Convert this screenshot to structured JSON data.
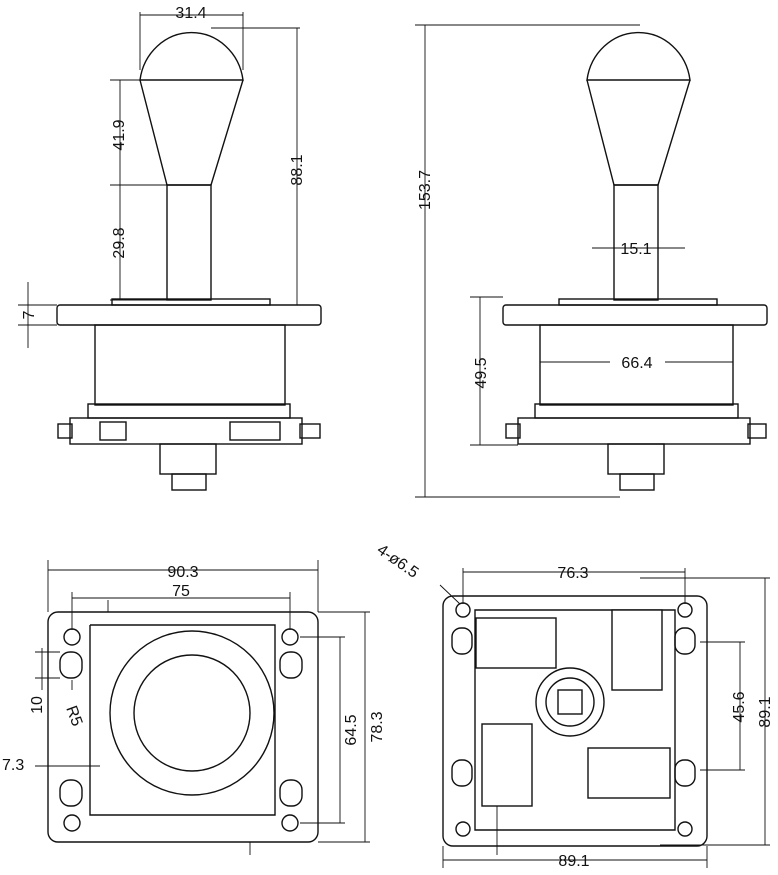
{
  "front_view": {
    "ball_width": "31.4",
    "handle_taper": "41.9",
    "shaft_length": "29.8",
    "handle_height": "88.1",
    "plate_thickness": "7"
  },
  "side_view": {
    "total_height": "153.7",
    "shaft_diameter": "15.1",
    "body_height": "49.5",
    "body_width": "66.4"
  },
  "top_plate": {
    "plate_width": "90.3",
    "hole_spacing_x": "75",
    "slot_length": "10",
    "slot_radius": "R5",
    "slot_offset": "7.3",
    "hole_spacing_y": "64.5",
    "plate_height": "78.3"
  },
  "bottom_plate": {
    "mount_holes": "4-ø6.5",
    "hole_spacing_x": "76.3",
    "hole_spacing_y": "45.6",
    "plate_height": "89.1",
    "plate_width": "89.1"
  }
}
